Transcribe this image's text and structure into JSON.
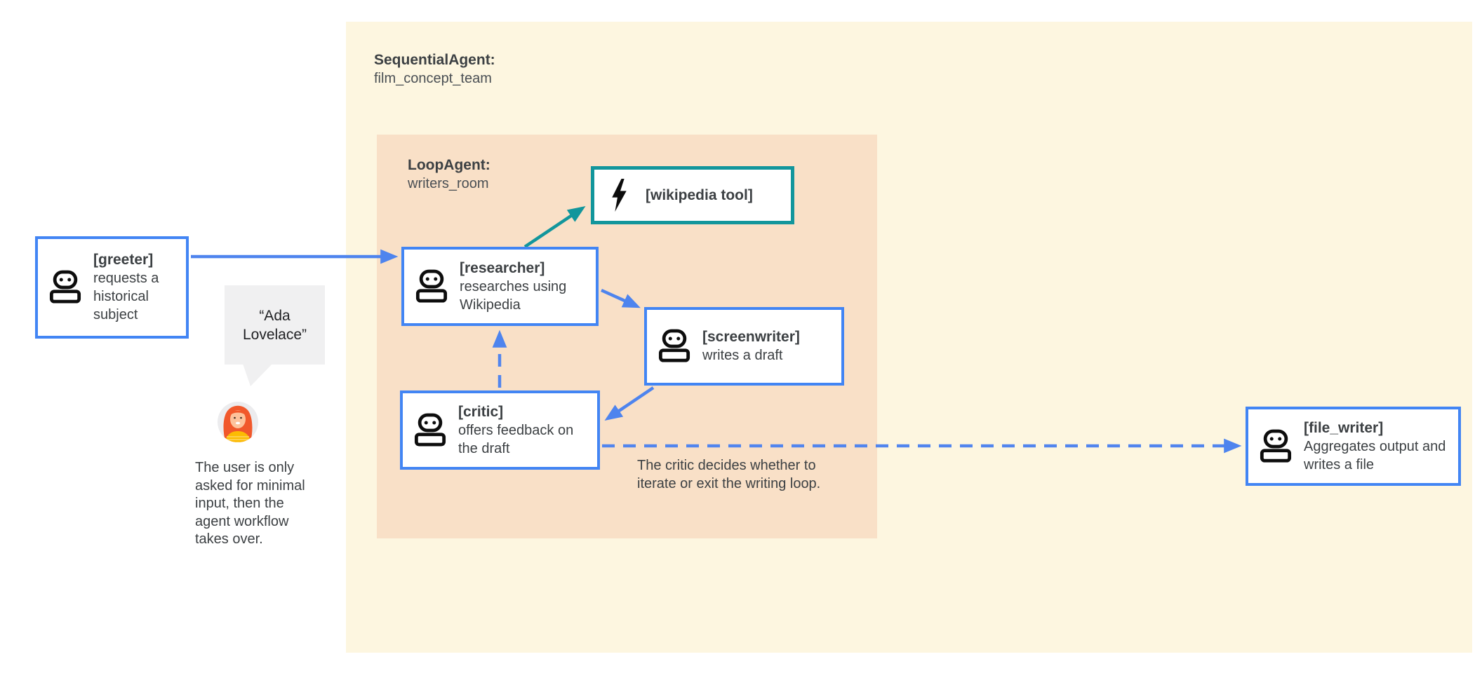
{
  "diagram": {
    "groups": {
      "sequential": {
        "title": "SequentialAgent:",
        "name": "film_concept_team"
      },
      "loop": {
        "title": "LoopAgent:",
        "name": "writers_room"
      }
    },
    "nodes": {
      "greeter": {
        "label": "[greeter]",
        "description": "requests a historical subject"
      },
      "researcher": {
        "label": "[researcher]",
        "description": "researches using Wikipedia"
      },
      "wikipedia_tool": {
        "label": "[wikipedia tool]"
      },
      "screenwriter": {
        "label": "[screenwriter]",
        "description": "writes a draft"
      },
      "critic": {
        "label": "[critic]",
        "description": "offers feedback on the draft"
      },
      "file_writer": {
        "label": "[file_writer]",
        "description": "Aggregates output and writes a file"
      }
    },
    "annotations": {
      "user_quote": "“Ada Lovelace”",
      "user_note": "The user is only asked for minimal input, then the agent workflow takes over.",
      "critic_note": "The critic decides whether to iterate or exit the writing loop."
    },
    "colors": {
      "sequential_bg": "#fdf6e0",
      "loop_bg": "#f9e0c7",
      "node_border_blue": "#4285f4",
      "tool_border_teal": "#12969c",
      "arrow_blue": "#4e84ee",
      "arrow_teal": "#12969c",
      "text": "#3c4043",
      "bubble_bg": "#f0f0f1"
    }
  }
}
